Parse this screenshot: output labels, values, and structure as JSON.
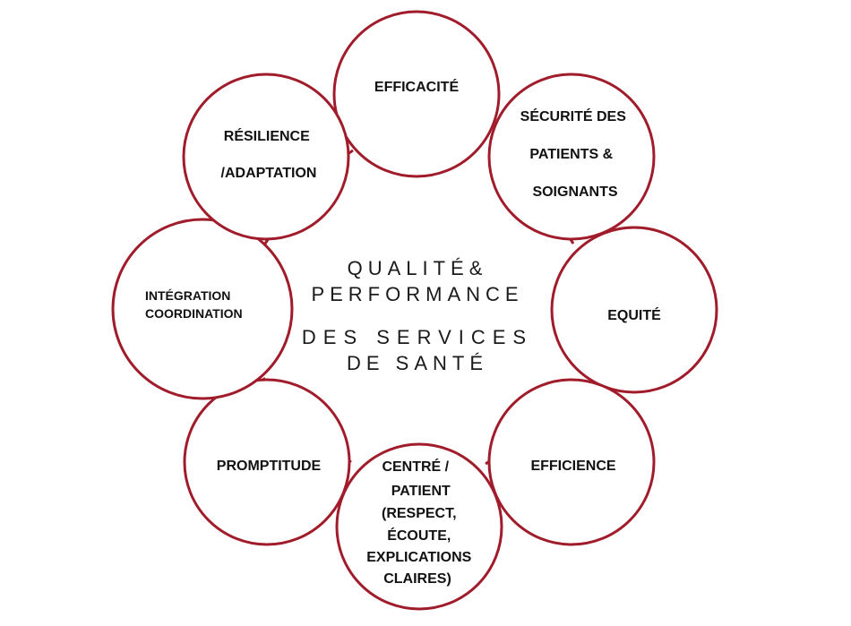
{
  "colors": {
    "accent": "#a01c2b",
    "text": "#111111",
    "background": "#ffffff"
  },
  "center": {
    "line1": "QUALITÉ&",
    "line2": "PERFORMANCE",
    "line3": "DES SERVICES",
    "line4": "DE SANTÉ"
  },
  "nodes": [
    {
      "id": "efficacite",
      "lines": [
        "EFFICACITÉ"
      ]
    },
    {
      "id": "securite",
      "lines": [
        "SÉCURITÉ DES",
        "PATIENTS &",
        "SOIGNANTS"
      ]
    },
    {
      "id": "equite",
      "lines": [
        "EQUITÉ"
      ]
    },
    {
      "id": "efficience",
      "lines": [
        "EFFICIENCE"
      ]
    },
    {
      "id": "centre-patient",
      "lines": [
        "CENTRÉ /",
        "PATIENT",
        "(RESPECT,",
        "ÉCOUTE,",
        "EXPLICATIONS",
        "CLAIRES)"
      ]
    },
    {
      "id": "promptitude",
      "lines": [
        "PROMPTITUDE"
      ]
    },
    {
      "id": "integration",
      "lines": [
        "INTÉGRATION",
        "COORDINATION"
      ]
    },
    {
      "id": "resilience",
      "lines": [
        "RÉSILIENCE",
        "/ADAPTATION"
      ]
    }
  ]
}
